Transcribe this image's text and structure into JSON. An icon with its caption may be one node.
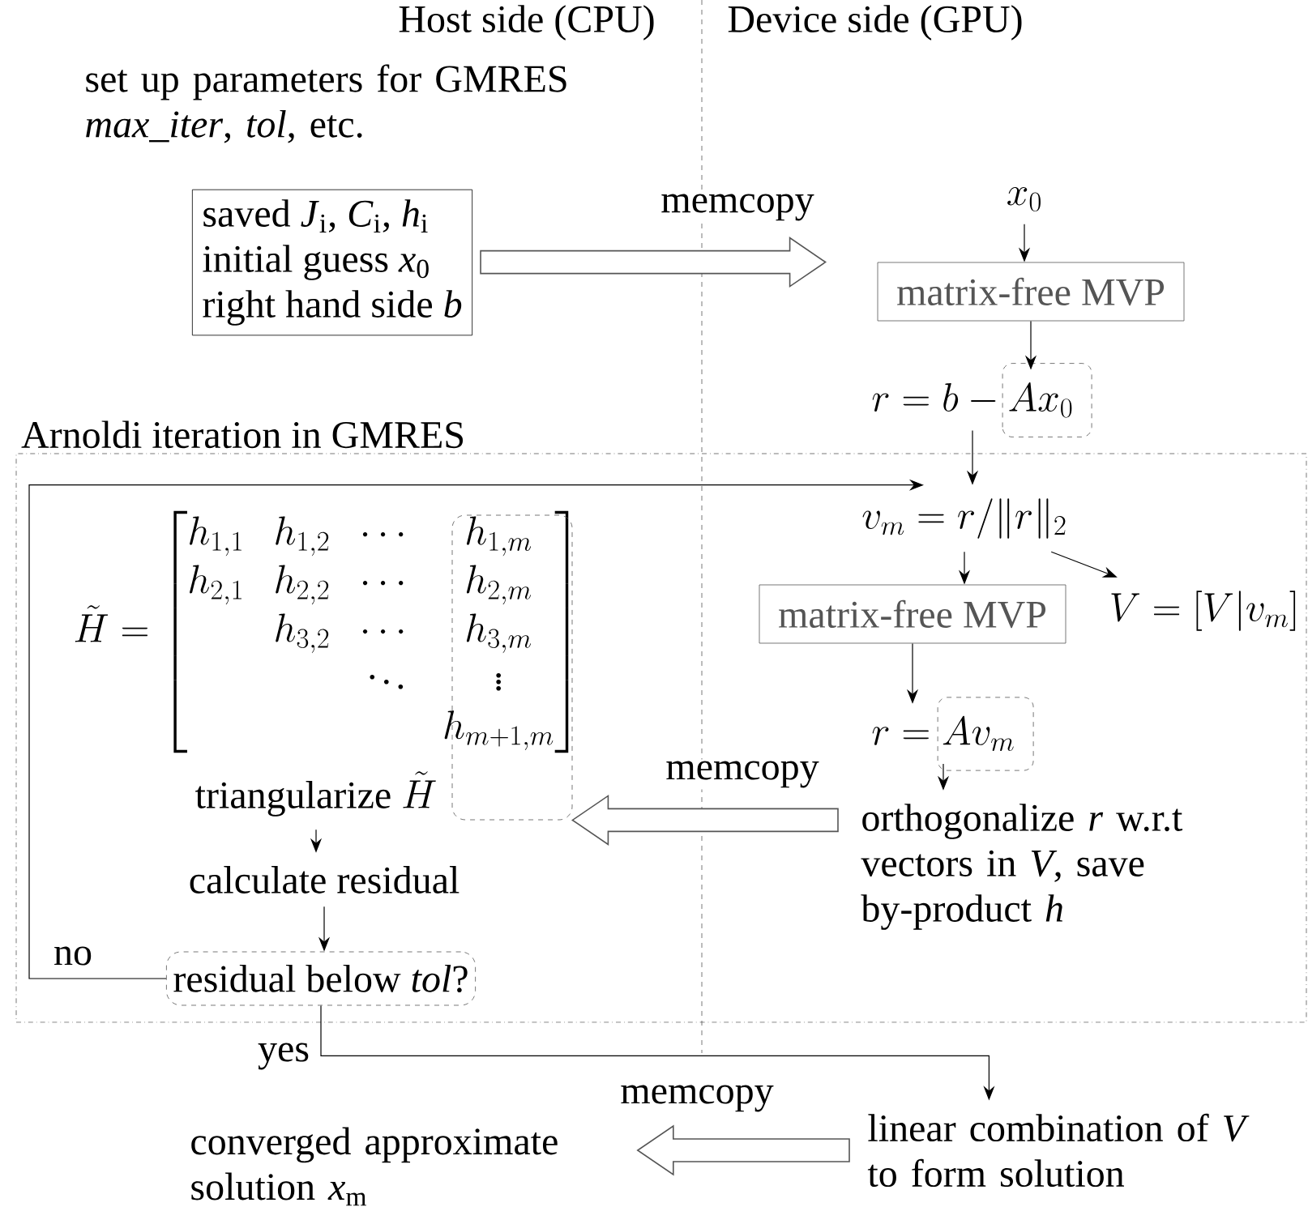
{
  "diagram": {
    "nodes": [
      {
        "text": [
          "saved *J*$_{i}$, *C*$_{i}$, *h*$_{i}$",
          "initial guess *x*$_{0}$",
          "right hand side *b*"
        ]
      },
      {
        "text": [
          "x_0"
        ]
      },
      {
        "text": [
          "matrix-free MVP"
        ]
      },
      {
        "text": [
          "r = b - Ax_0"
        ]
      },
      {
        "text": [
          "Arnoldi iteration in GMRES"
        ]
      },
      {
        "text": [
          "v_m = r/\\|r\\|_2"
        ],
        "in": 4
      },
      {
        "text": [
          "V = [V|v_m]"
        ],
        "in": 4
      },
      {
        "text": [
          "matrix-free MVP"
        ],
        "in": 4
      },
      {
        "text": [
          "r = Av_m"
        ],
        "in": 4
      },
      {
        "text": [
          "orthogonalize *r* w.r.t vectors in *V*, save by-product *h*"
        ],
        "in": 4
      },
      {
        "text": [
          "\\tilde{H} = \\begin{bmatrix} h_{1,1} & h_{1,2} & \\cdots & h_{1,m} \\\\ h_{2,1} & h_{2,2} & \\cdots & h_{2,m} \\\\ & h_{3,2} & \\cdots & h_{3,m} \\\\ & & \\ddots & \\vdots \\\\ & & & h_{m+1,m} \\end{bmatrix}"
        ],
        "in": 4
      },
      {
        "text": [],
        "shape": "box",
        "in": 4
      },
      {
        "text": [
          "\\text{triangularize } \\tilde{H}"
        ],
        "in": 4
      },
      {
        "text": [
          "calculate residual"
        ],
        "in": 4
      },
      {
        "text": [
          "residual below *tol*?"
        ],
        "in": 4
      },
      {
        "text": [
          "linear combination of *V* to form solution"
        ]
      },
      {
        "text": [
          "converged approximate solution *x*$_{m}$"
        ]
      }
    ],
    "edges": [
      {
        "from": 0,
        "to": 2,
        "arrow": "to",
        "label": "memcopy",
        "style": "thick"
      },
      {
        "from": 1,
        "to": 2,
        "arrow": "to"
      },
      {
        "from": 2,
        "to": 3,
        "arrow": "to"
      },
      {
        "from": 3,
        "to": 5,
        "arrow": "to"
      },
      {
        "from": 14,
        "to": 5,
        "arrow": "to",
        "label": "no"
      },
      {
        "from": 5,
        "to": 7,
        "arrow": "to"
      },
      {
        "from": 5,
        "to": 6,
        "arrow": "to"
      },
      {
        "from": 7,
        "to": 8,
        "arrow": "to"
      },
      {
        "from": 8,
        "to": 9,
        "arrow": "to"
      },
      {
        "from": 9,
        "to": 11,
        "arrow": "to",
        "label": "memcopy",
        "style": "thick"
      },
      {
        "from": 12,
        "to": 13,
        "arrow": "to"
      },
      {
        "from": 13,
        "to": 14,
        "arrow": "to"
      },
      {
        "from": 14,
        "to": 15,
        "arrow": "to",
        "label": "yes"
      },
      {
        "from": 15,
        "to": 16,
        "arrow": "to",
        "label": "memcopy",
        "style": "thick"
      }
    ],
    "labels": [
      "Host side (CPU)",
      "Device side (GPU)",
      "set up parameters for GMRES *max_iter*, *tol*, etc."
    ]
  }
}
